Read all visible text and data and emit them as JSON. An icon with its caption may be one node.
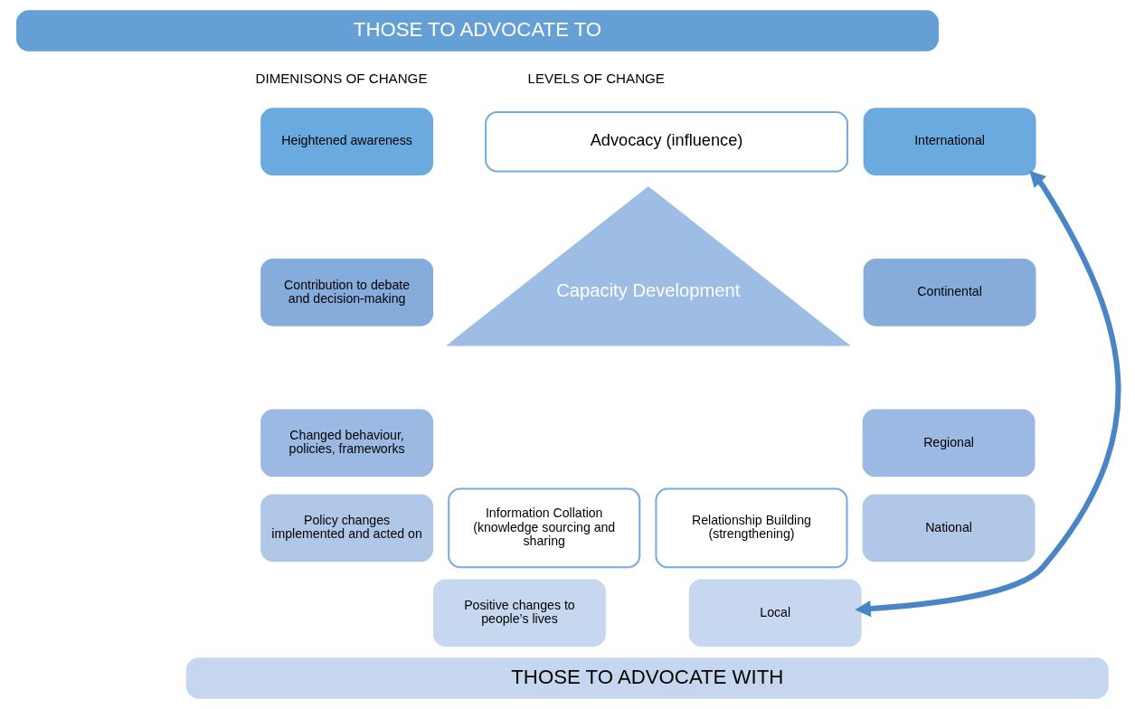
{
  "diagram": {
    "nodes": [
      {
        "text": [
          "THOSE TO ADVOCATE TO"
        ]
      },
      {
        "text": [
          "Heightened awareness"
        ]
      },
      {
        "text": [
          "Contribution to debate and decision-making"
        ]
      },
      {
        "text": [
          "Changed behaviour, policies, frameworks"
        ]
      },
      {
        "text": [
          "Policy changes implemented and acted on"
        ]
      },
      {
        "text": [
          "Positive changes to people’s lives"
        ]
      },
      {
        "text": [
          "Advocacy (influence)"
        ]
      },
      {
        "text": [
          "Capacity Development"
        ]
      },
      {
        "text": [
          "Information Collation (knowledge sourcing and sharing"
        ]
      },
      {
        "text": [
          "Relationship Building (strengthening)"
        ]
      },
      {
        "text": [
          "International"
        ]
      },
      {
        "text": [
          "Continental"
        ]
      },
      {
        "text": [
          "Regional"
        ]
      },
      {
        "text": [
          "National"
        ]
      },
      {
        "text": [
          "Local"
        ]
      },
      {
        "text": [
          "THOSE TO ADVOCATE WITH"
        ]
      }
    ],
    "edges": [
      {
        "from": 10,
        "to": 14,
        "arrow": "both"
      }
    ],
    "labels": [
      "DIMENISONS OF CHANGE",
      "LEVELS OF CHANGE"
    ]
  }
}
